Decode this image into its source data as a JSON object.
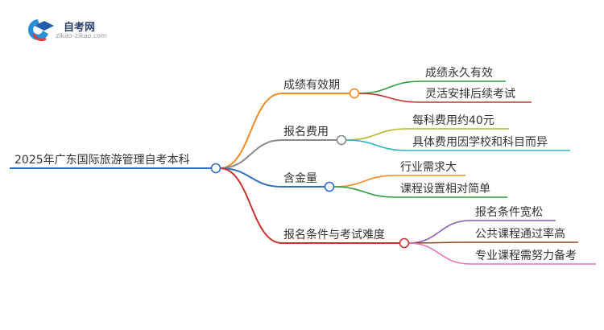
{
  "logo": {
    "title": "自考网",
    "url": "zikao-zikao.com"
  },
  "mindmap": {
    "root": "2025年广东国际旅游管理自考本科",
    "branches": [
      {
        "label": "成绩有效期",
        "color": "#f58a1f",
        "children": [
          {
            "label": "成绩永久有效",
            "color": "#2f9e3f"
          },
          {
            "label": "灵活安排后续考试",
            "color": "#c8322f"
          }
        ]
      },
      {
        "label": "报名费用",
        "color": "#8a8a8a",
        "children": [
          {
            "label": "每科费用约40元",
            "color": "#b5b82a"
          },
          {
            "label": "具体费用因学校和科目而异",
            "color": "#2cb5c0"
          }
        ]
      },
      {
        "label": "含金量",
        "color": "#2f6fc0",
        "children": [
          {
            "label": "行业需求大",
            "color": "#f58a1f"
          },
          {
            "label": "课程设置相对简单",
            "color": "#2f9e3f"
          }
        ]
      },
      {
        "label": "报名条件与考试难度",
        "color": "#c8322f",
        "children": [
          {
            "label": "报名条件宽松",
            "color": "#8e5bb5"
          },
          {
            "label": "公共课程通过率高",
            "color": "#8b4a2b"
          },
          {
            "label": "专业课程需努力备考",
            "color": "#e86fb9"
          }
        ]
      }
    ],
    "root_color": "#2f6fc0"
  }
}
